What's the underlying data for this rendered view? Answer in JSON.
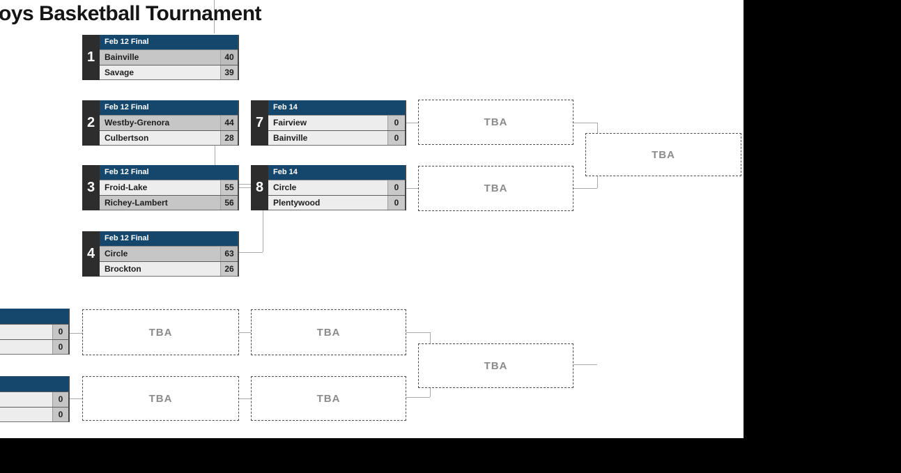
{
  "page": {
    "title": "oys Basketball Tournament"
  },
  "labels": {
    "tba": "TBA"
  },
  "colors": {
    "header_navy": "#15466b",
    "number_tab": "#2d2d2d",
    "winner_row": "#c6c6c6",
    "team_row": "#ededed",
    "score_cell": "#c9c9c9",
    "connector": "#a9a9a9",
    "tba_text": "#8b8b8b",
    "black_panel": "#000000"
  },
  "games": {
    "g1": {
      "number": "1",
      "header": "Feb 12 Final",
      "teams": [
        {
          "name": "Bainville",
          "score": "40",
          "winner": true
        },
        {
          "name": "Savage",
          "score": "39",
          "winner": false
        }
      ]
    },
    "g2": {
      "number": "2",
      "header": "Feb 12 Final",
      "teams": [
        {
          "name": "Westby-Grenora",
          "score": "44",
          "winner": true
        },
        {
          "name": "Culbertson",
          "score": "28",
          "winner": false
        }
      ]
    },
    "g3": {
      "number": "3",
      "header": "Feb 12 Final",
      "teams": [
        {
          "name": "Froid-Lake",
          "score": "55",
          "winner": false
        },
        {
          "name": "Richey-Lambert",
          "score": "56",
          "winner": true
        }
      ]
    },
    "g4": {
      "number": "4",
      "header": "Feb 12 Final",
      "teams": [
        {
          "name": "Circle",
          "score": "63",
          "winner": true
        },
        {
          "name": "Brockton",
          "score": "26",
          "winner": false
        }
      ]
    },
    "g7": {
      "number": "7",
      "header": "Feb 14",
      "teams": [
        {
          "name": "Fairview",
          "score": "0",
          "winner": false
        },
        {
          "name": "Bainville",
          "score": "0",
          "winner": false
        }
      ]
    },
    "g8": {
      "number": "8",
      "header": "Feb 14",
      "teams": [
        {
          "name": "Circle",
          "score": "0",
          "winner": false
        },
        {
          "name": "Plentywood",
          "score": "0",
          "winner": false
        }
      ]
    },
    "partial_top": {
      "teams": [
        {
          "score": "0"
        },
        {
          "score": "0"
        }
      ]
    },
    "partial_bottom": {
      "teams": [
        {
          "score": "0"
        },
        {
          "score": "0"
        }
      ]
    }
  }
}
